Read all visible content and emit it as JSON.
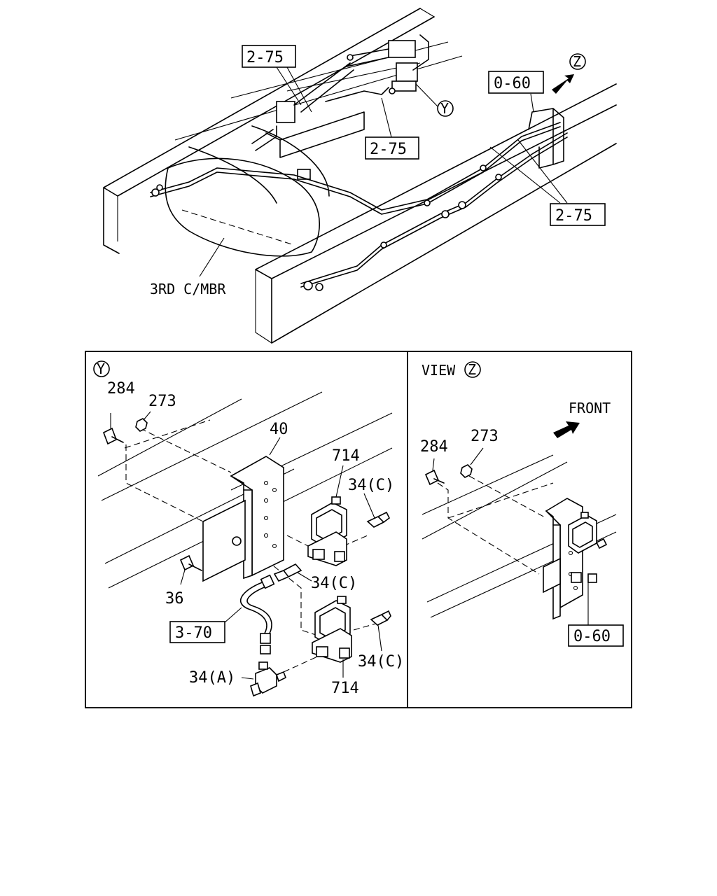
{
  "top_view": {
    "callouts": {
      "ref_275_a": "2-75",
      "ref_275_b": "2-75",
      "ref_275_c": "2-75",
      "ref_060": "0-60"
    },
    "markers": {
      "y": "Y",
      "z": "Z"
    },
    "member_label": "3RD C/MBR"
  },
  "detail_y": {
    "marker": "Y",
    "labels": {
      "p284": "284",
      "p273": "273",
      "p40": "40",
      "p714_top": "714",
      "p34c_a": "34(C)",
      "p34c_b": "34(C)",
      "p34c_c": "34(C)",
      "p36": "36",
      "p370": "3-70",
      "p34a": "34(A)",
      "p714_bot": "714"
    }
  },
  "detail_z": {
    "view_word": "VIEW",
    "marker": "Z",
    "front": "FRONT",
    "labels": {
      "p284": "284",
      "p273": "273",
      "p060": "0-60"
    }
  }
}
